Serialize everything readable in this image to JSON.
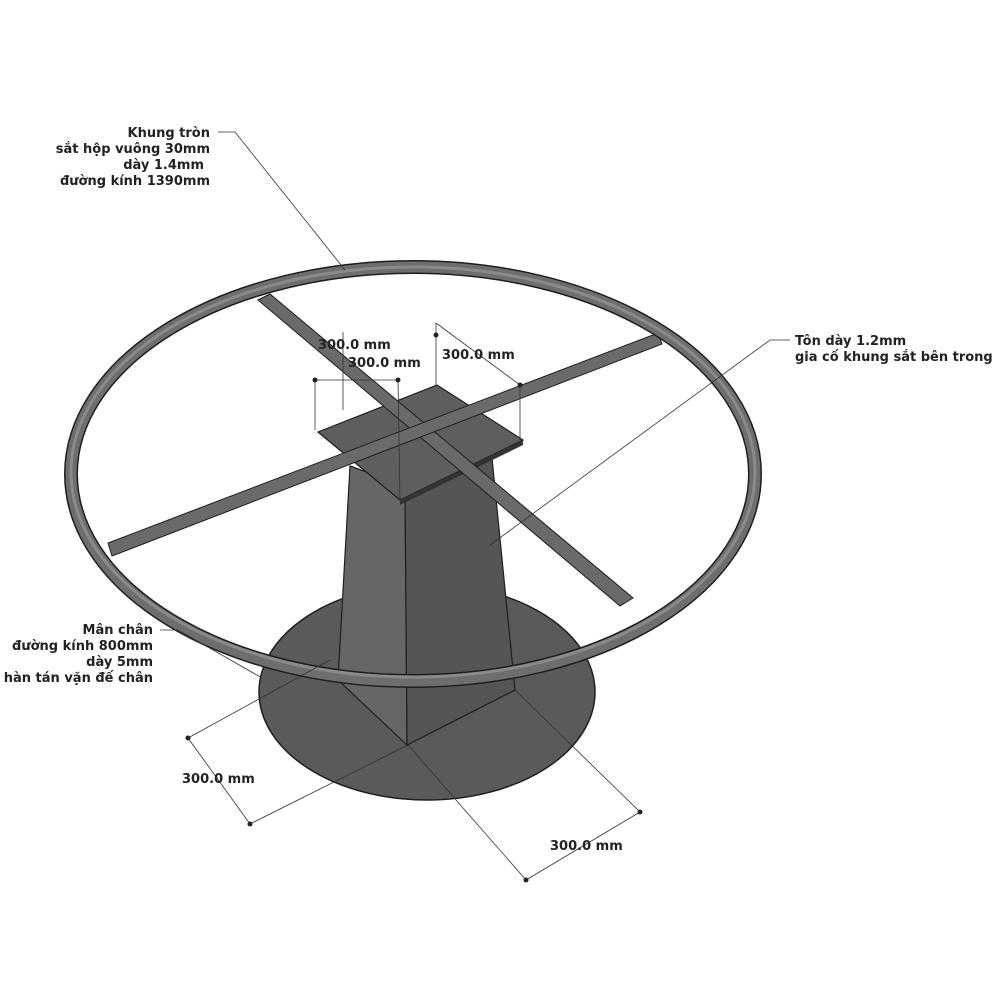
{
  "callouts": {
    "ring": [
      "Khung tròn",
      "sắt hộp vuông 30mm",
      "dày 1.4mm",
      "đường kính 1390mm"
    ],
    "plate": [
      "Tôn dày 1.2mm",
      "gia cố khung sắt bên trong"
    ],
    "base": [
      "Mân chân",
      "đường kính 800mm",
      "dày 5mm",
      "hàn tán vặn đế chân"
    ]
  },
  "dimensions": {
    "top_left": "300.0 mm",
    "top_left_overlap": "300.0 mm",
    "top_right": "300.0 mm",
    "base_left": "300.0 mm",
    "base_right": "300.0 mm"
  },
  "colors": {
    "metal_light": "#6e6e6e",
    "metal_dark": "#505050",
    "edge": "#1e1e1e"
  }
}
